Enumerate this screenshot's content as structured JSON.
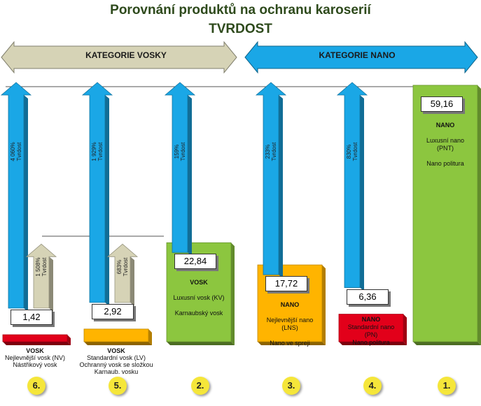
{
  "title": "Porovnání produktů na ochranu karoserií",
  "subtitle": "TVRDOST",
  "categories_header": [
    "KATEGORIE VOSKY",
    "KATEGORIE NANO"
  ],
  "colors": {
    "blue": "#1aa7e6",
    "khaki": "#d6d3b6",
    "green": "#8cc63f",
    "orange": "#ffb400",
    "red": "#e2001a",
    "rank": "#f5e63a"
  },
  "chart_data": {
    "type": "bar",
    "title": "Porovnání produktů na ochranu karoserií",
    "subtitle": "TVRDOST",
    "products": [
      {
        "id": "NV",
        "value": 1.42,
        "value_label": "1,42",
        "rank": "6.",
        "label_lines": [
          "VOSK",
          "Nejlevnější vosk (NV)",
          "Nástřikový vosk"
        ],
        "color": "red"
      },
      {
        "id": "LV",
        "value": 2.92,
        "value_label": "2,92",
        "rank": "5.",
        "label_lines": [
          "VOSK",
          "Standardní vosk (LV)",
          "Ochranný vosk se složkou",
          "Karnaub. vosku"
        ],
        "color": "orange"
      },
      {
        "id": "KV",
        "value": 22.84,
        "value_label": "22,84",
        "rank": "2.",
        "label_lines": [
          "VOSK",
          "Luxusní vosk (KV)",
          "Karnaubský vosk"
        ],
        "color": "green"
      },
      {
        "id": "LNS",
        "value": 17.72,
        "value_label": "17,72",
        "rank": "3.",
        "label_lines": [
          "NANO",
          "Nejlevnější nano",
          "(LNS)",
          "Nano ve spreji"
        ],
        "color": "orange"
      },
      {
        "id": "PN",
        "value": 6.36,
        "value_label": "6,36",
        "rank": "4.",
        "label_lines": [
          "NANO",
          "Standardní nano",
          "(PN)",
          "Nano politura"
        ],
        "color": "red"
      },
      {
        "id": "PNT",
        "value": 59.16,
        "value_label": "59,16",
        "rank": "1.",
        "label_lines": [
          "NANO",
          "Luxusní nano",
          "(PNT)",
          "Nano politura"
        ],
        "color": "green"
      }
    ],
    "difference_arrows": [
      {
        "from": "NV",
        "to": "PNT",
        "label_lines": [
          "4 060%",
          "Tvrdost"
        ],
        "color": "blue"
      },
      {
        "from": "NV",
        "to": "KV",
        "label_lines": [
          "1 508%",
          "Tvrdost"
        ],
        "color": "khaki"
      },
      {
        "from": "LV",
        "to": "PNT",
        "label_lines": [
          "1 929%",
          "Tvrdost"
        ],
        "color": "blue"
      },
      {
        "from": "LV",
        "to": "KV",
        "label_lines": [
          "683%",
          "Tvrdost"
        ],
        "color": "khaki"
      },
      {
        "from": "KV",
        "to": "PNT",
        "label_lines": [
          "159%",
          "Tvrdost"
        ],
        "color": "blue"
      },
      {
        "from": "LNS",
        "to": "PNT",
        "label_lines": [
          "233%",
          "Tvrdost"
        ],
        "color": "blue"
      },
      {
        "from": "PN",
        "to": "PNT",
        "label_lines": [
          "830%",
          "Tvrdost"
        ],
        "color": "blue"
      }
    ]
  }
}
